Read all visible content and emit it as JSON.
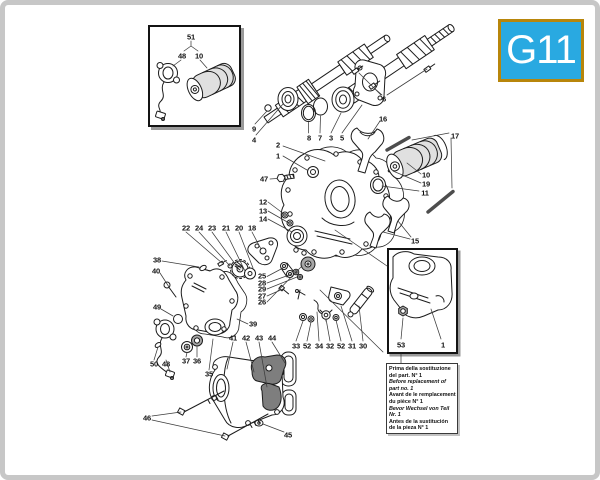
{
  "badge": {
    "code": "G11",
    "bg_color": "#29a9e1",
    "border_color": "#b8860b",
    "text_color": "#ffffff"
  },
  "diagram": {
    "type": "exploded-parts-diagram",
    "callouts": [
      {
        "text": "51"
      },
      {
        "text": "48"
      },
      {
        "text": "10"
      },
      {
        "text": "9"
      },
      {
        "text": "4"
      },
      {
        "text": "8"
      },
      {
        "text": "7"
      },
      {
        "text": "3"
      },
      {
        "text": "5"
      },
      {
        "text": "6"
      },
      {
        "text": "16"
      },
      {
        "text": "17"
      },
      {
        "text": "2"
      },
      {
        "text": "1"
      },
      {
        "text": "47"
      },
      {
        "text": "10"
      },
      {
        "text": "19"
      },
      {
        "text": "11"
      },
      {
        "text": "12"
      },
      {
        "text": "13"
      },
      {
        "text": "14"
      },
      {
        "text": "15"
      },
      {
        "text": "22"
      },
      {
        "text": "24"
      },
      {
        "text": "23"
      },
      {
        "text": "21"
      },
      {
        "text": "20"
      },
      {
        "text": "18"
      },
      {
        "text": "38"
      },
      {
        "text": "40"
      },
      {
        "text": "25"
      },
      {
        "text": "28"
      },
      {
        "text": "29"
      },
      {
        "text": "27"
      },
      {
        "text": "26"
      },
      {
        "text": "49"
      },
      {
        "text": "39"
      },
      {
        "text": "41"
      },
      {
        "text": "42"
      },
      {
        "text": "43"
      },
      {
        "text": "44"
      },
      {
        "text": "37"
      },
      {
        "text": "36"
      },
      {
        "text": "50"
      },
      {
        "text": "48"
      },
      {
        "text": "35"
      },
      {
        "text": "33"
      },
      {
        "text": "52"
      },
      {
        "text": "34"
      },
      {
        "text": "32"
      },
      {
        "text": "52"
      },
      {
        "text": "31"
      },
      {
        "text": "30"
      },
      {
        "text": "53"
      },
      {
        "text": "1"
      },
      {
        "text": "46"
      },
      {
        "text": "45"
      }
    ]
  },
  "note_box": {
    "lines": [
      {
        "text": "Prima della sostituzione",
        "italic": false
      },
      {
        "text": "del part. N° 1",
        "italic": false
      },
      {
        "text": "Before replacement of",
        "italic": true
      },
      {
        "text": "part no. 1",
        "italic": true
      },
      {
        "text": "Avant de le remplacement",
        "italic": false
      },
      {
        "text": "du pièce N° 1",
        "italic": false
      },
      {
        "text": "Bevor Wechsel von Teil",
        "italic": true
      },
      {
        "text": "Nr. 1",
        "italic": true
      },
      {
        "text": "Antes de la sustitución",
        "italic": false
      },
      {
        "text": "de la pieza N° 1",
        "italic": false
      }
    ]
  }
}
